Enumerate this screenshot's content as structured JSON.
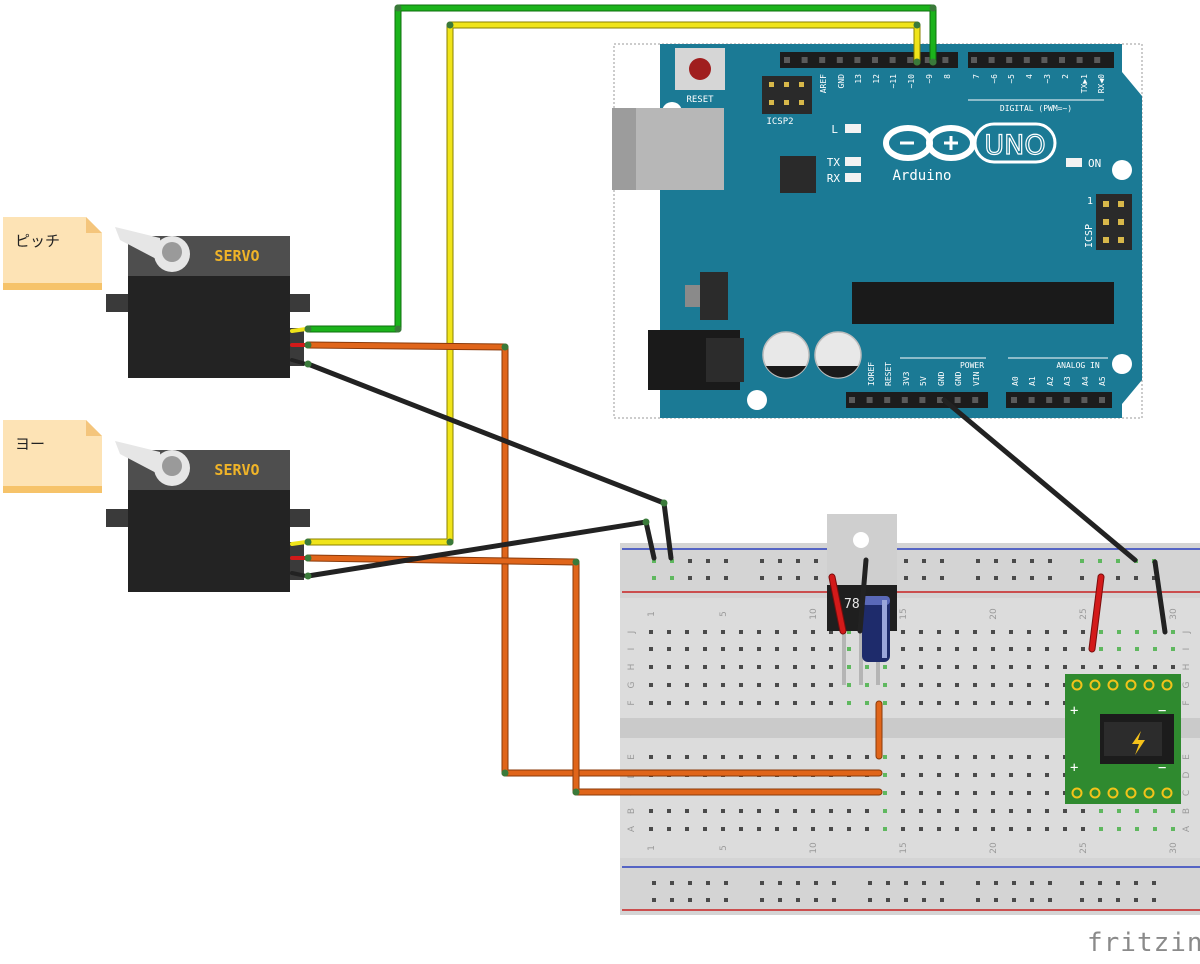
{
  "notes": {
    "pitch": "ピッチ",
    "yaw": "ヨー"
  },
  "servo": {
    "label": "SERVO"
  },
  "arduino": {
    "reset_label": "RESET",
    "icsp2_label": "ICSP2",
    "icsp_label": "ICSP",
    "logo_text": "Arduino",
    "model": "UNO",
    "digital_label": "DIGITAL (PWM=~)",
    "led_labels": [
      "L",
      "TX",
      "RX"
    ],
    "on_label": "ON",
    "power_label": "POWER",
    "analog_label": "ANALOG IN",
    "top_pins": [
      "AREF",
      "GND",
      "13",
      "12",
      "~11",
      "~10",
      "~9",
      "8",
      "7",
      "~6",
      "~5",
      "4",
      "~3",
      "2",
      "TX▶1",
      "RX◀0"
    ],
    "power_pins": [
      "IOREF",
      "RESET",
      "3V3",
      "5V",
      "GND",
      "GND",
      "VIN"
    ],
    "analog_pins": [
      "A0",
      "A1",
      "A2",
      "A3",
      "A4",
      "A5"
    ],
    "icsp_pin1": "1"
  },
  "breadboard": {
    "col_numbers": [
      "1",
      "5",
      "10",
      "15",
      "20",
      "25",
      "30"
    ],
    "row_letters_top": [
      "J",
      "I",
      "H",
      "G",
      "F"
    ],
    "row_letters_bottom": [
      "E",
      "D",
      "C",
      "B",
      "A"
    ]
  },
  "regulator": {
    "label": "78"
  },
  "power_module": {
    "plus": "+",
    "minus": "−"
  },
  "watermark": "fritzing",
  "colors": {
    "arduino_board": "#1b7a95",
    "wire_green": "#1bb31b",
    "wire_yellow": "#f0e41a",
    "wire_orange": "#e0651a",
    "wire_black": "#222222",
    "wire_red": "#d31a1a",
    "servo_label": "#f0b428",
    "note_fill": "#fde3b5"
  }
}
